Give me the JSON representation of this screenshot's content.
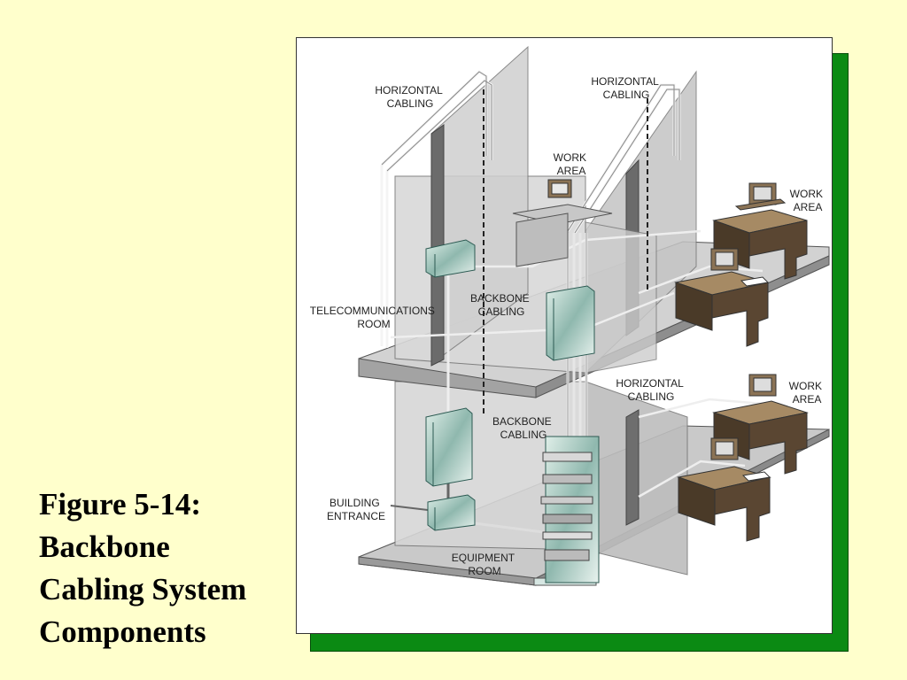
{
  "caption": {
    "line1": "Figure 5-14:",
    "line2": "Backbone",
    "line3": "Cabling System",
    "line4": "Components"
  },
  "diagram": {
    "labels": {
      "horizontal_cabling_1": [
        "HORIZONTAL",
        "CABLING"
      ],
      "horizontal_cabling_2": [
        "HORIZONTAL",
        "CABLING"
      ],
      "horizontal_cabling_3": [
        "HORIZONTAL",
        "CABLING"
      ],
      "work_area_1": [
        "WORK",
        "AREA"
      ],
      "work_area_2": [
        "WORK",
        "AREA"
      ],
      "work_area_3": [
        "WORK",
        "AREA"
      ],
      "telecom_room": [
        "TELECOMMUNICATIONS",
        "ROOM"
      ],
      "backbone_cabling_1": [
        "BACKBONE",
        "CABLING"
      ],
      "backbone_cabling_2": [
        "BACKBONE",
        "CABLING"
      ],
      "building_entrance": [
        "BUILDING",
        "ENTRANCE"
      ],
      "equipment_room": [
        "EQUIPMENT",
        "ROOM"
      ]
    }
  },
  "colors": {
    "background": "#ffffcc",
    "shadow": "#0b8a13",
    "floor": "#c8c8c8",
    "wall": "#b8b8b8",
    "desk": "#8b7355"
  }
}
